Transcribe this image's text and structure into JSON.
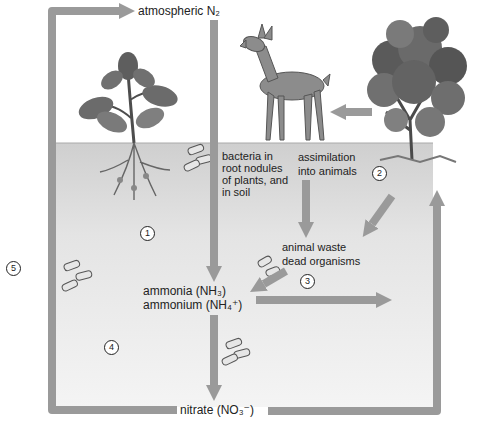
{
  "diagram": {
    "nodes": [
      {
        "text": [
          "atmospheric N₂"
        ]
      },
      {
        "text": [
          "assimilation into animals"
        ]
      },
      {
        "text": [
          "animal waste dead organisms"
        ]
      },
      {
        "text": [
          "ammonia (NH₃) ammonium (NH₄⁺)"
        ]
      },
      {
        "text": [
          "nitrate (NO₃⁻)"
        ]
      }
    ],
    "edges": [
      {
        "from": 0,
        "to": 3,
        "arrow": "to"
      },
      {
        "from": 3,
        "to": 4,
        "arrow": "to"
      },
      {
        "from": 4,
        "to": 0,
        "arrow": "to"
      },
      {
        "from": 2,
        "to": 3,
        "arrow": "to"
      },
      {
        "from": 1,
        "to": 2,
        "arrow": "to"
      }
    ],
    "labels": [
      "bacteria in root nodules of plants, and in soil",
      "1",
      "2",
      "3",
      "4",
      "5"
    ]
  }
}
